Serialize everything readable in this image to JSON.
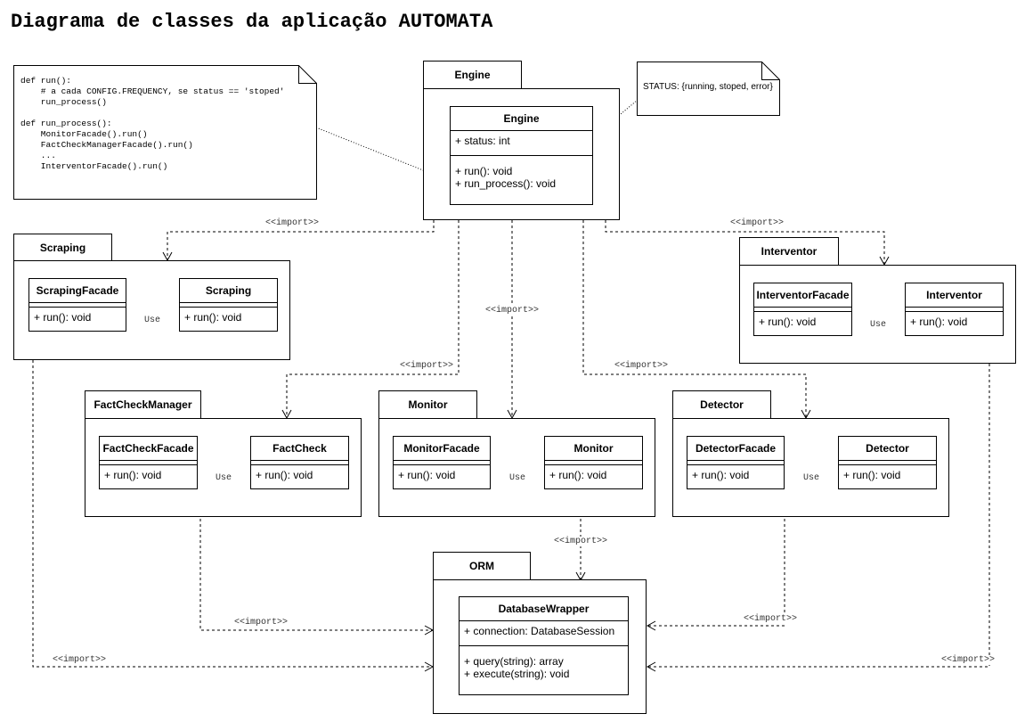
{
  "title": "Diagrama de classes da aplicação AUTOMATA",
  "colors": {
    "line": "#000000",
    "background": "#ffffff",
    "label": "#333333"
  },
  "notes": {
    "run_code": "def run():\n    # a cada CONFIG.FREQUENCY, se status == 'stoped'\n    run_process()\n\ndef run_process():\n    MonitorFacade().run()\n    FactCheckManagerFacade().run()\n    ...\n    InterventorFacade().run()",
    "status": "STATUS: {running, stoped, error}"
  },
  "packages": {
    "engine": {
      "name": "Engine",
      "class": {
        "name": "Engine",
        "attribute": "+ status: int",
        "methods": [
          "+ run(): void",
          "+ run_process(): void"
        ]
      }
    },
    "scraping": {
      "name": "Scraping",
      "facade": {
        "name": "ScrapingFacade",
        "method": "+ run(): void"
      },
      "impl": {
        "name": "Scraping",
        "method": "+ run(): void"
      }
    },
    "interventor": {
      "name": "Interventor",
      "facade": {
        "name": "InterventorFacade",
        "method": "+ run(): void"
      },
      "impl": {
        "name": "Interventor",
        "method": "+ run(): void"
      }
    },
    "factcheck": {
      "name": "FactCheckManager",
      "facade": {
        "name": "FactCheckFacade",
        "method": "+ run(): void"
      },
      "impl": {
        "name": "FactCheck",
        "method": "+ run(): void"
      }
    },
    "monitor": {
      "name": "Monitor",
      "facade": {
        "name": "MonitorFacade",
        "method": "+ run(): void"
      },
      "impl": {
        "name": "Monitor",
        "method": "+ run(): void"
      }
    },
    "detector": {
      "name": "Detector",
      "facade": {
        "name": "DetectorFacade",
        "method": "+ run(): void"
      },
      "impl": {
        "name": "Detector",
        "method": "+ run(): void"
      }
    },
    "orm": {
      "name": "ORM",
      "class": {
        "name": "DatabaseWrapper",
        "attribute": "+ connection: DatabaseSession",
        "methods": [
          "+ query(string): array",
          "+ execute(string): void"
        ]
      }
    }
  },
  "labels": {
    "import": "<<import>>",
    "use": "Use"
  }
}
